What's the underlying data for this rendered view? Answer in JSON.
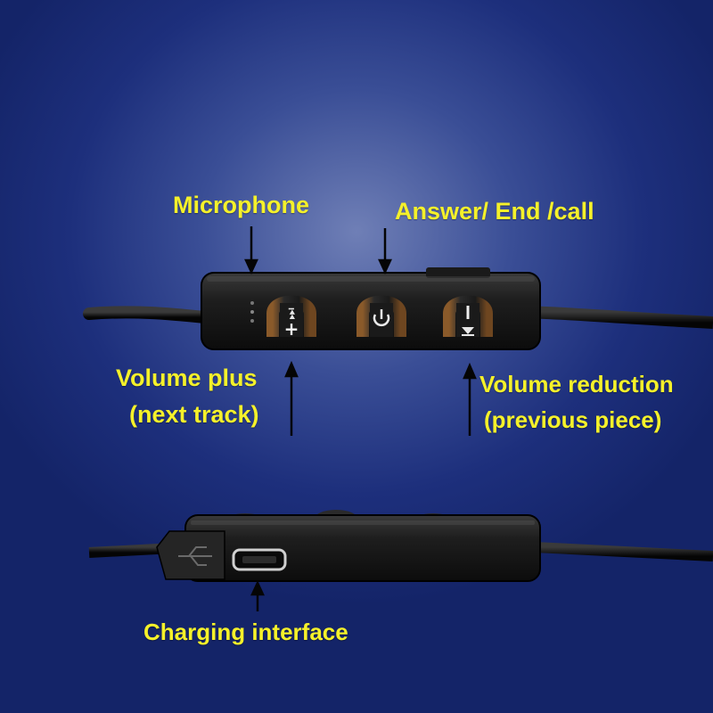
{
  "labels": {
    "microphone": "Microphone",
    "answer_end_call": "Answer/ End /call",
    "volume_plus": "Volume plus",
    "next_track": "(next track)",
    "volume_reduction": "Volume reduction",
    "previous_piece": "(previous piece)",
    "charging_interface": "Charging interface"
  },
  "colors": {
    "label_text": "#f5f12a",
    "background_center": "#6f7fb6",
    "background_edge": "#142468",
    "remote_body": "#1f1f1f",
    "button_accent": "#8a5a2a"
  },
  "icons": {
    "plus_button": "next-track-plus-icon",
    "call_button": "answer-call-power-icon",
    "minus_button": "previous-track-minus-icon",
    "usb_port": "micro-usb-port-icon"
  }
}
